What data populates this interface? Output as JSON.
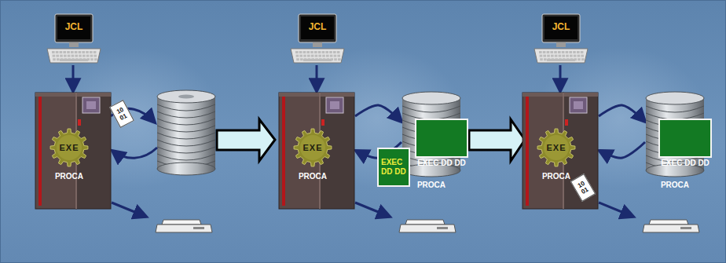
{
  "diagram": {
    "nodes": [
      {
        "text": [
          "JCL"
        ]
      },
      {
        "text": [
          "EXE",
          "PROCA"
        ]
      },
      {
        "text": [
          "10 01"
        ]
      },
      {
        "text": [
          "JCL"
        ]
      },
      {
        "text": [
          "EXE",
          "PROCA"
        ]
      },
      {
        "text": [
          "PROCA"
        ]
      },
      {
        "text": [
          "EXEC DD DD"
        ],
        "in": 5
      },
      {
        "text": [
          "EXEC DD DD"
        ]
      },
      {
        "text": [
          "JCL"
        ]
      },
      {
        "text": [
          "EXE",
          "PROCA"
        ]
      },
      {
        "text": [
          "PROCA"
        ]
      },
      {
        "text": [
          "EXEC DD DD"
        ],
        "in": 10
      },
      {
        "text": [
          "10 01"
        ]
      }
    ],
    "edges": [
      {
        "from": 0,
        "to": 1,
        "arrow": "to"
      },
      {
        "from": 3,
        "to": 4,
        "arrow": "to"
      },
      {
        "from": 4,
        "to": 5,
        "arrow": "to"
      },
      {
        "from": 5,
        "to": 4,
        "arrow": "to"
      },
      {
        "from": 8,
        "to": 9,
        "arrow": "to"
      },
      {
        "from": 9,
        "to": 10,
        "arrow": "to"
      },
      {
        "from": 10,
        "to": 9,
        "arrow": "to"
      }
    ]
  }
}
